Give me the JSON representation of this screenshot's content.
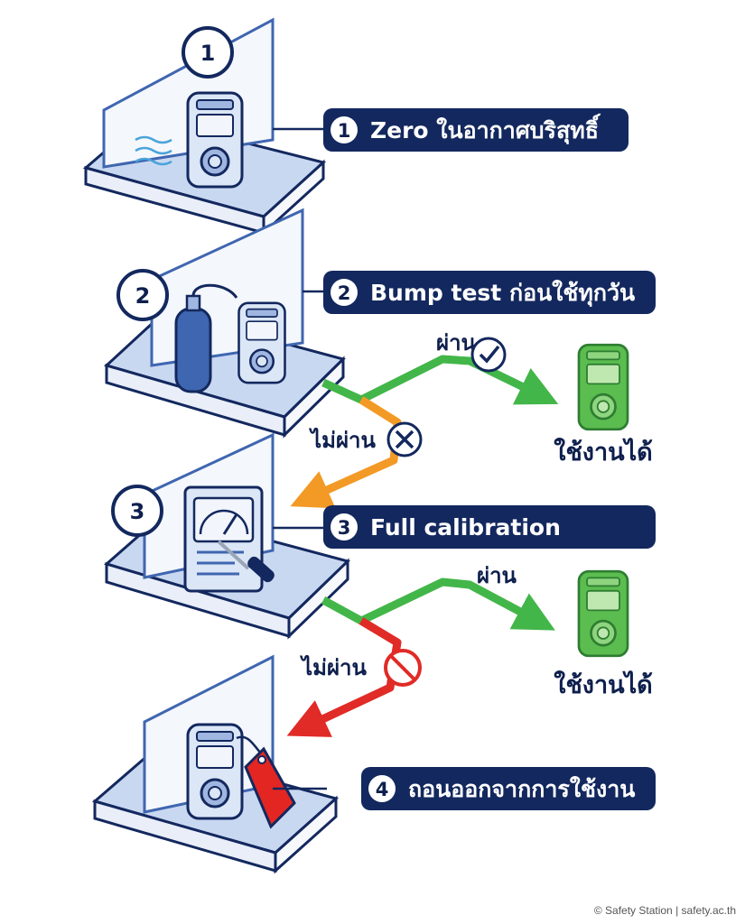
{
  "steps": [
    {
      "number": "1",
      "label": "Zero ในอากาศบริสุทธิ์"
    },
    {
      "number": "2",
      "label": "Bump test ก่อนใช้ทุกวัน"
    },
    {
      "number": "3",
      "label": "Full calibration"
    },
    {
      "number": "4",
      "label": "ถอนออกจากการใช้งาน"
    }
  ],
  "branches": {
    "pass": "ผ่าน",
    "fail": "ไม่ผ่าน",
    "usable": "ใช้งานได้"
  },
  "footer": "© Safety Station | safety.ac.th",
  "colors": {
    "navy": "#13285e",
    "blue": "#3f66b0",
    "pass_green": "#43b649",
    "fail_orange": "#f29a25",
    "fail_red": "#e02b27",
    "device_green": "#5bbd4f",
    "tag_red": "#e32622"
  },
  "icons": [
    "wind-icon",
    "gas-detector-icon",
    "gas-cylinder-icon",
    "meter-gauge-icon",
    "screwdriver-icon",
    "check-icon",
    "cross-icon",
    "prohibited-icon",
    "tag-icon"
  ]
}
